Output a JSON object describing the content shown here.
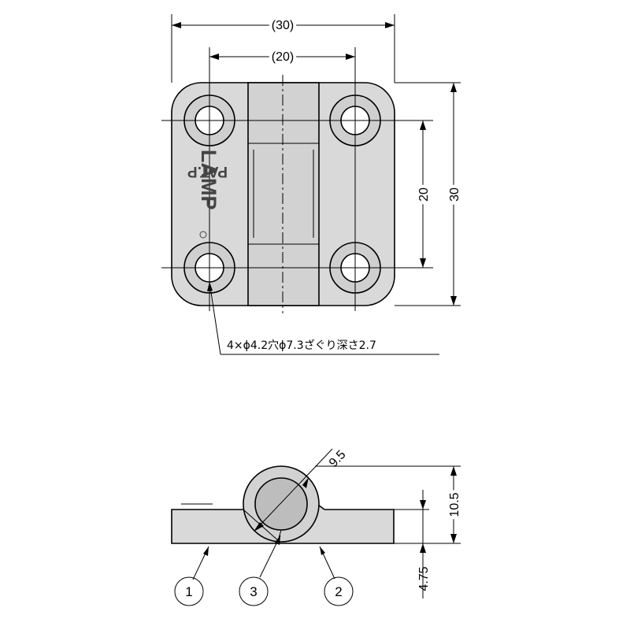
{
  "top_view": {
    "dim_width_outer": "(30)",
    "dim_width_holes": "(20)",
    "dim_height_holes": "20",
    "dim_height_outer": "30",
    "logo": "LAMP",
    "patent_mark": "PAT.P",
    "hole_note": "4×ϕ4.2穴ϕ7.3ざぐり深さ2.7"
  },
  "side_view": {
    "dim_knuckle_diameter": "9.5",
    "dim_total_height": "10.5",
    "dim_plate_thickness": "4.75"
  },
  "callouts": [
    "1",
    "3",
    "2"
  ],
  "colors": {
    "body_fill": "#d9d9d9",
    "counterbore_fill": "#cfcfcf",
    "hole_fill": "#ffffff",
    "line": "#000000"
  }
}
